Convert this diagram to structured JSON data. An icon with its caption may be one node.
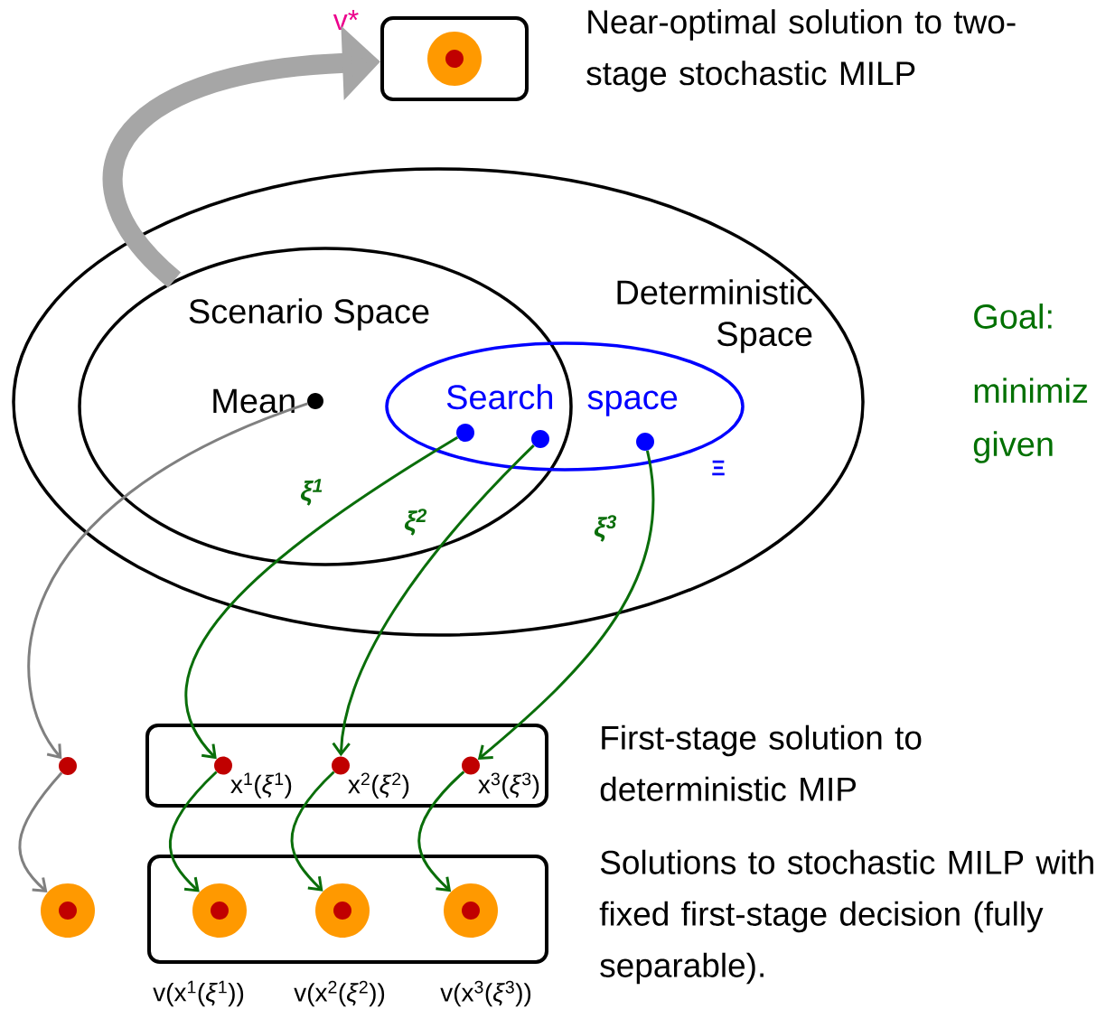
{
  "diagram": {
    "nodes": [
      {
        "text": [
          "Deterministic Space"
        ]
      },
      {
        "text": [
          "Scenario Space"
        ],
        "in": 0
      },
      {
        "text": [
          "Mean"
        ],
        "in": 1
      },
      {
        "text": [
          "Search space"
        ],
        "in": 0,
        "beside": [
          "Ξ"
        ]
      },
      {
        "text": [],
        "shape": "circle"
      },
      {
        "text": [],
        "shape": "circle"
      },
      {
        "text": [],
        "shape": "circle",
        "in": 3
      },
      {
        "text": [],
        "shape": "box",
        "beside": [
          "v*",
          "Near-optimal solution to two-stage stochastic MILP"
        ]
      },
      {
        "text": [],
        "shape": "circle",
        "in": 7
      },
      {
        "text": [],
        "shape": "circle"
      },
      {
        "text": [],
        "shape": "box",
        "beside": [
          "First-stage solution to deterministic MIP"
        ]
      },
      {
        "text": [
          "x$^{1}$(*ξ*$^{1}$)"
        ],
        "in": 10
      },
      {
        "text": [
          "x$^{2}$(*ξ*$^{2}$)"
        ],
        "in": 10
      },
      {
        "text": [
          "x$^{3}$(*ξ*$^{3}$)"
        ],
        "in": 10
      },
      {
        "text": [],
        "shape": "circle"
      },
      {
        "text": [],
        "shape": "box",
        "beside": [
          "Solutions to stochastic MILP with fixed first-stage decision (fully separable)."
        ]
      },
      {
        "text": [],
        "shape": "circle",
        "in": 15,
        "beside": [
          "v(x$^{1}$(*ξ*$^{1}$))"
        ]
      },
      {
        "text": [],
        "shape": "circle",
        "in": 15,
        "beside": [
          "v(x$^{2}$(*ξ*$^{2}$))"
        ]
      },
      {
        "text": [],
        "shape": "circle",
        "in": 15,
        "beside": [
          "v(x$^{3}$(*ξ*$^{3}$))"
        ]
      }
    ],
    "edges": [
      {
        "from": 1,
        "to": 7,
        "arrow": "to",
        "style": "thick",
        "color": "#a6a6a6"
      },
      {
        "from": 2,
        "to": 9,
        "arrow": "to",
        "color": "#808080"
      },
      {
        "from": 9,
        "to": 14,
        "arrow": "to",
        "color": "#808080"
      },
      {
        "from": 4,
        "to": 11,
        "arrow": "to",
        "label": "ξ$^{1}$"
      },
      {
        "from": 5,
        "to": 12,
        "arrow": "to",
        "label": "ξ$^{2}$"
      },
      {
        "from": 6,
        "to": 13,
        "arrow": "to",
        "label": "ξ$^{3}$"
      },
      {
        "from": 11,
        "to": 16,
        "arrow": "to"
      },
      {
        "from": 12,
        "to": 17,
        "arrow": "to"
      },
      {
        "from": 13,
        "to": 18,
        "arrow": "to"
      }
    ],
    "labels": [
      "Goal:",
      "minimiz",
      "given"
    ]
  }
}
